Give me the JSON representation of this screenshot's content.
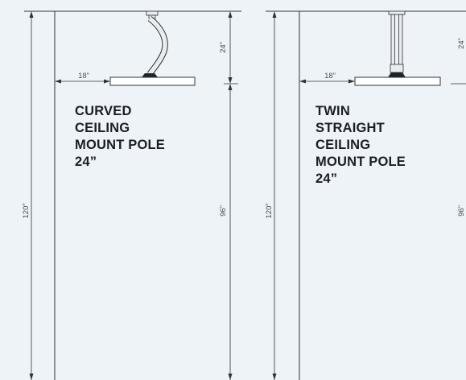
{
  "colors": {
    "background": "#eef3f8",
    "line": "#2f3336",
    "text": "#1b1e22",
    "dimension_text": "#4a4f54",
    "fixture_fill": "#ffffff",
    "pole_fill": "#e9ecef",
    "base_fill": "#1f2327"
  },
  "panels": [
    {
      "title": "CURVED\nCEILING\nMOUNT POLE\n24”",
      "dimensions": {
        "total_height": "120”",
        "pole_length": "24”",
        "to_floor": "96”",
        "head_offset": "18”"
      }
    },
    {
      "title": "TWIN\nSTRAIGHT\nCEILING\nMOUNT POLE\n24”",
      "dimensions": {
        "total_height": "120”",
        "pole_length": "24”",
        "to_floor": "96”",
        "head_offset": "18”"
      }
    }
  ]
}
